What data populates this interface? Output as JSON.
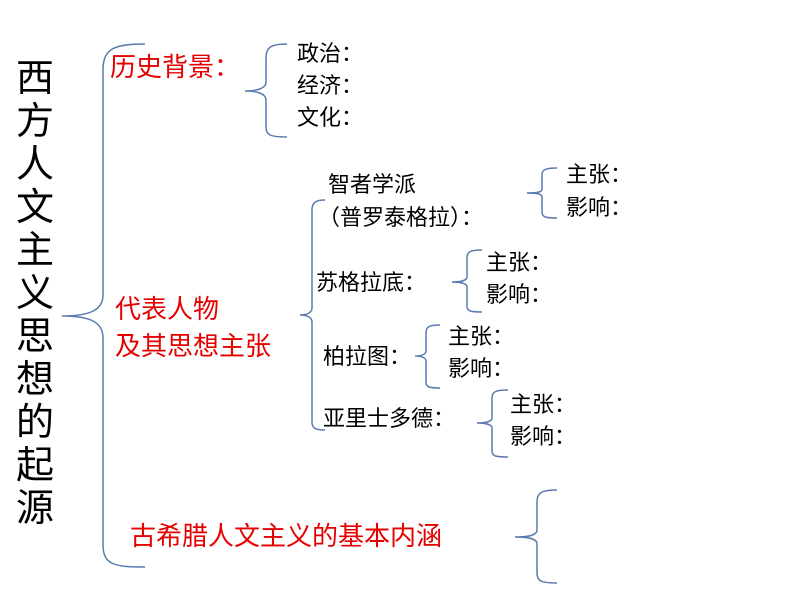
{
  "title": "西方人文主义思想的起源",
  "background": {
    "label": "历史背景：",
    "items": [
      "政治：",
      "经济：",
      "文化："
    ]
  },
  "representatives": {
    "label_line1": "代表人物",
    "label_line2": "及其思想主张",
    "sophists": {
      "line1": "智者学派",
      "line2": "（普罗泰格拉）：",
      "claim": "主张：",
      "influence": "影响："
    },
    "socrates": {
      "name": "苏格拉底：",
      "claim": "主张：",
      "influence": "影响："
    },
    "plato": {
      "name": "柏拉图：",
      "claim": "主张：",
      "influence": "影响："
    },
    "aristotle": {
      "name": "亚里士多德：",
      "claim": "主张：",
      "influence": "影响："
    }
  },
  "connotation": {
    "label": "古希腊人文主义的基本内涵"
  },
  "colors": {
    "accent": "#e60000",
    "brace": "#5b7bb0"
  }
}
